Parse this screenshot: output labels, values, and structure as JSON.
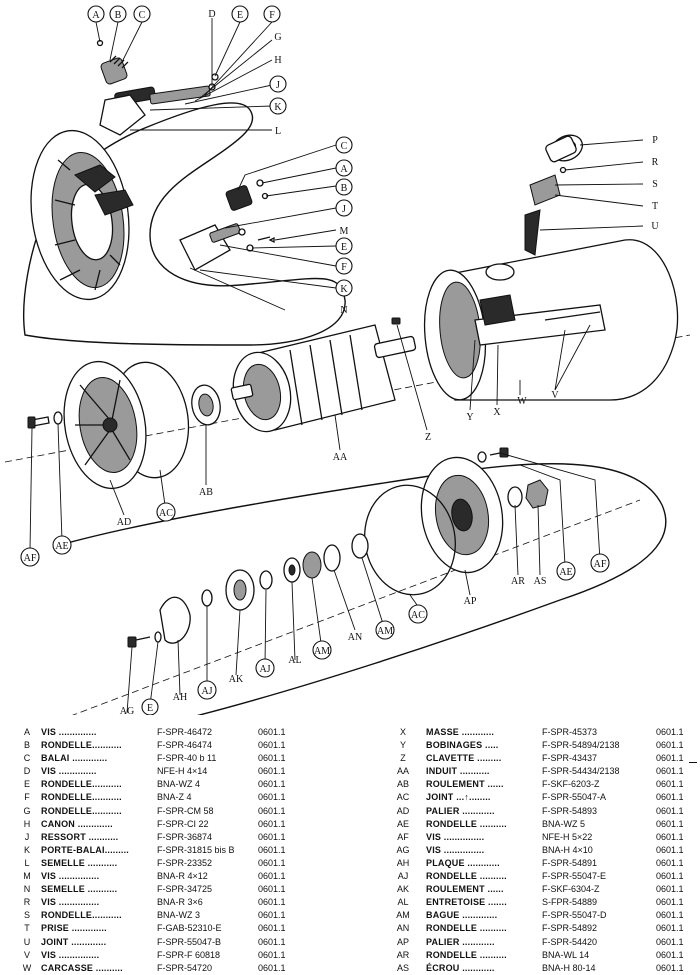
{
  "diagram": {
    "callouts": {
      "A1": "A",
      "B1": "B",
      "C1": "C",
      "D": "D",
      "E1": "E",
      "F1": "F",
      "G": "G",
      "H": "H",
      "J1": "J",
      "K1": "K",
      "L": "L",
      "C2": "C",
      "A2": "A",
      "B2": "B",
      "J2": "J",
      "M": "M",
      "E2": "E",
      "F2": "F",
      "K2": "K",
      "N": "N",
      "P": "P",
      "R": "R",
      "S": "S",
      "T": "T",
      "U": "U",
      "Y": "Y",
      "X": "X",
      "W": "W",
      "V": "V",
      "Z": "Z",
      "AA": "AA",
      "AB": "AB",
      "AC1": "AC",
      "AD": "AD",
      "AE1": "AE",
      "AF1": "AF",
      "AR": "AR",
      "AS": "AS",
      "AE2": "AE",
      "AF2": "AF",
      "AP": "AP",
      "AC2": "AC",
      "AM": "AM",
      "AN": "AN",
      "AL": "AL",
      "AJ1": "AJ",
      "AK": "AK",
      "AH": "AH",
      "AJ2": "AJ",
      "AG": "AG",
      "E3": "E"
    }
  },
  "parts_list": {
    "left": [
      {
        "code": "A",
        "name": "VIS ..............",
        "ref": "F-SPR-46472",
        "num": "0601.1"
      },
      {
        "code": "B",
        "name": "RONDELLE...........",
        "ref": "F-SPR-46474",
        "num": "0601.1"
      },
      {
        "code": "C",
        "name": "BALAI .............",
        "ref": "F-SPR-40 b 11",
        "num": "0601.1"
      },
      {
        "code": "D",
        "name": "VIS ..............",
        "ref": "NFE-H 4×14",
        "num": "0601.1"
      },
      {
        "code": "E",
        "name": "RONDELLE...........",
        "ref": "BNA-WZ 4",
        "num": "0601.1"
      },
      {
        "code": "F",
        "name": "RONDELLE...........",
        "ref": "BNA-Z 4",
        "num": "0601.1"
      },
      {
        "code": "G",
        "name": "RONDELLE...........",
        "ref": "F-SPR-CM 58",
        "num": "0601.1"
      },
      {
        "code": "H",
        "name": "CANON .............",
        "ref": "F-SPR-CI 22",
        "num": "0601.1"
      },
      {
        "code": "J",
        "name": "RESSORT ...........",
        "ref": "F-SPR-36874",
        "num": "0601.1"
      },
      {
        "code": "K",
        "name": "PORTE-BALAI.........",
        "ref": "F-SPR-31815 bis B",
        "num": "0601.1"
      },
      {
        "code": "L",
        "name": "SEMELLE ...........",
        "ref": "F-SPR-23352",
        "num": "0601.1"
      },
      {
        "code": "M",
        "name": "VIS ...............",
        "ref": "BNA-R 4×12",
        "num": "0601.1"
      },
      {
        "code": "N",
        "name": "SEMELLE ...........",
        "ref": "F-SPR-34725",
        "num": "0601.1"
      },
      {
        "code": "R",
        "name": "VIS ...............",
        "ref": "BNA-R 3×6",
        "num": "0601.1"
      },
      {
        "code": "S",
        "name": "RONDELLE...........",
        "ref": "BNA-WZ 3",
        "num": "0601.1"
      },
      {
        "code": "T",
        "name": "PRISE .............",
        "ref": "F-GAB-52310-E",
        "num": "0601.1"
      },
      {
        "code": "U",
        "name": "JOINT .............",
        "ref": "F-SPR-55047-B",
        "num": "0601.1"
      },
      {
        "code": "V",
        "name": "VIS ...............",
        "ref": "F-SPR-F 60818",
        "num": "0601.1"
      },
      {
        "code": "W",
        "name": "CARCASSE ..........",
        "ref": "F-SPR-54720",
        "num": "0601.1"
      }
    ],
    "right": [
      {
        "code": "X",
        "name": "MASSE ............",
        "ref": "F-SPR-45373",
        "num": "0601.1"
      },
      {
        "code": "Y",
        "name": "BOBINAGES .....",
        "ref": "F-SPR-54894/2138",
        "num": "0601.1"
      },
      {
        "code": "Z",
        "name": "CLAVETTE .........",
        "ref": "F-SPR-43437",
        "num": "0601.1"
      },
      {
        "code": "AA",
        "name": "INDUIT ...........",
        "ref": "F-SPR-54434/2138",
        "num": "0601.1"
      },
      {
        "code": "AB",
        "name": "ROULEMENT ......",
        "ref": "F-SKF-6203-Z",
        "num": "0601.1"
      },
      {
        "code": "AC",
        "name": "JOINT ...↑........",
        "ref": "F-SPR-55047-A",
        "num": "0601.1"
      },
      {
        "code": "AD",
        "name": "PALIER ............",
        "ref": "F-SPR-54893",
        "num": "0601.1"
      },
      {
        "code": "AE",
        "name": "RONDELLE ..........",
        "ref": "BNA-WZ 5",
        "num": "0601.1"
      },
      {
        "code": "AF",
        "name": "VIS ...............",
        "ref": "NFE-H 5×22",
        "num": "0601.1"
      },
      {
        "code": "AG",
        "name": "VIS ...............",
        "ref": "BNA-H 4×10",
        "num": "0601.1"
      },
      {
        "code": "AH",
        "name": "PLAQUE ............",
        "ref": "F-SPR-54891",
        "num": "0601.1"
      },
      {
        "code": "AJ",
        "name": "RONDELLE ..........",
        "ref": "F-SPR-55047-E",
        "num": "0601.1"
      },
      {
        "code": "AK",
        "name": "ROULEMENT ......",
        "ref": "F-SKF-6304-Z",
        "num": "0601.1"
      },
      {
        "code": "AL",
        "name": "ENTRETOISE .......",
        "ref": "S-FPR-54889",
        "num": "0601.1"
      },
      {
        "code": "AM",
        "name": "BAGUE .............",
        "ref": "F-SPR-55047-D",
        "num": "0601.1"
      },
      {
        "code": "AN",
        "name": "RONDELLE ..........",
        "ref": "F-SPR-54892",
        "num": "0601.1"
      },
      {
        "code": "AP",
        "name": "PALIER ............",
        "ref": "F-SPR-54420",
        "num": "0601.1"
      },
      {
        "code": "AR",
        "name": "RONDELLE ..........",
        "ref": "BNA-WL 14",
        "num": "0601.1"
      },
      {
        "code": "AS",
        "name": "ÉCROU ............",
        "ref": "BNA-H 80-14",
        "num": "0601.1"
      }
    ]
  }
}
